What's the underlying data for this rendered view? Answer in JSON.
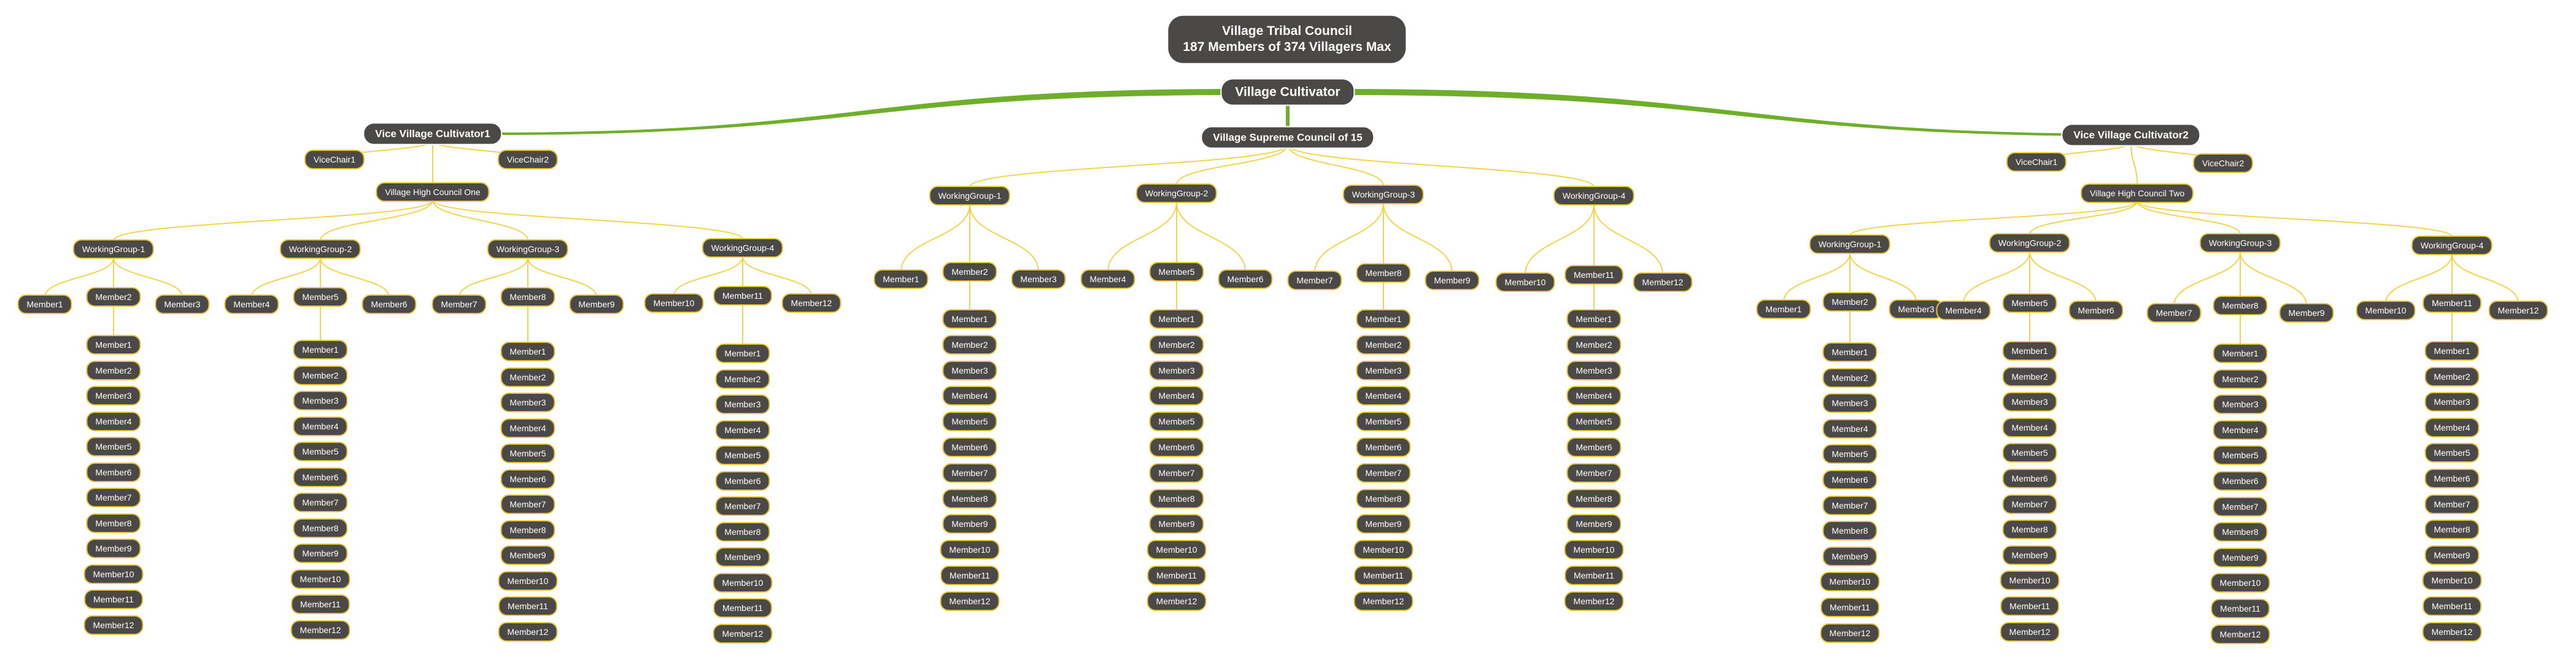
{
  "diagram": {
    "colors": {
      "node_fill": "#4a4947",
      "node_text": "#ffffff",
      "member_border": "#e6c43a",
      "major_link": "#6fae2a",
      "minor_link": "#f1d44c"
    },
    "root": {
      "title_line1": "Village Tribal Council",
      "title_line2": "187 Members of 374 Villagers Max"
    },
    "central": {
      "label": "Village Cultivator"
    },
    "vice1": {
      "label": "Vice Village Cultivator1",
      "chairs": [
        "ViceChair1",
        "ViceChair2"
      ],
      "council": {
        "label": "Village High Council One",
        "groups": [
          {
            "label": "WorkingGroup-1",
            "members": [
              "Member1",
              "Member2",
              "Member3"
            ]
          },
          {
            "label": "WorkingGroup-2",
            "members": [
              "Member4",
              "Member5",
              "Member6"
            ]
          },
          {
            "label": "WorkingGroup-3",
            "members": [
              "Member7",
              "Member8",
              "Member9"
            ]
          },
          {
            "label": "WorkingGroup-4",
            "members": [
              "Member10",
              "Member11",
              "Member12"
            ]
          }
        ]
      }
    },
    "supreme": {
      "label": "Village Supreme Council of 15",
      "groups": [
        {
          "label": "WorkingGroup-1",
          "members": [
            "Member1",
            "Member2",
            "Member3"
          ]
        },
        {
          "label": "WorkingGroup-2",
          "members": [
            "Member4",
            "Member5",
            "Member6"
          ]
        },
        {
          "label": "WorkingGroup-3",
          "members": [
            "Member7",
            "Member8",
            "Member9"
          ]
        },
        {
          "label": "WorkingGroup-4",
          "members": [
            "Member10",
            "Member11",
            "Member12"
          ]
        }
      ]
    },
    "vice2": {
      "label": "Vice Village Cultivator2",
      "chairs": [
        "ViceChair1",
        "ViceChair2"
      ],
      "council": {
        "label": "Village High Council Two",
        "groups": [
          {
            "label": "WorkingGroup-1",
            "members": [
              "Member1",
              "Member2",
              "Member3"
            ]
          },
          {
            "label": "WorkingGroup-2",
            "members": [
              "Member4",
              "Member5",
              "Member6"
            ]
          },
          {
            "label": "WorkingGroup-3",
            "members": [
              "Member7",
              "Member8",
              "Member9"
            ]
          },
          {
            "label": "WorkingGroup-4",
            "members": [
              "Member10",
              "Member11",
              "Member12"
            ]
          }
        ]
      }
    },
    "sub_member_list": [
      "Member1",
      "Member2",
      "Member3",
      "Member4",
      "Member5",
      "Member6",
      "Member7",
      "Member8",
      "Member9",
      "Member10",
      "Member11",
      "Member12"
    ]
  }
}
